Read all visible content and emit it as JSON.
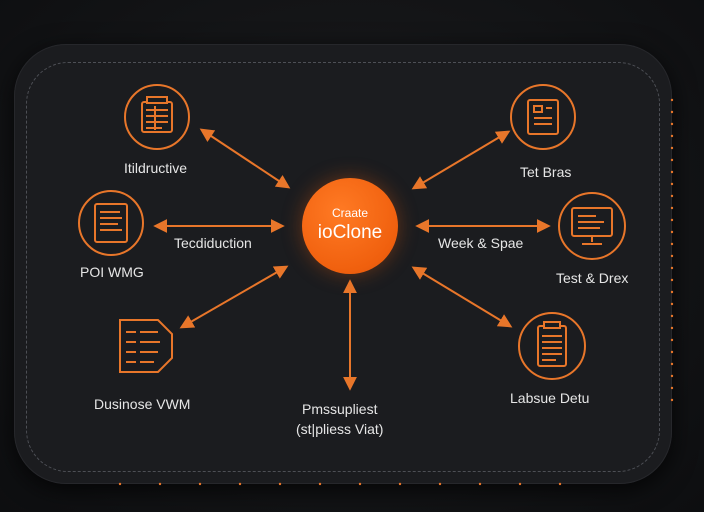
{
  "center": {
    "line1": "Craate",
    "line2": "ioClone"
  },
  "nodes": [
    {
      "id": "top-left",
      "label": "Itildructive",
      "icon": "document-list-icon"
    },
    {
      "id": "mid-left",
      "label": "POI WMG",
      "icon": "document-list-icon"
    },
    {
      "id": "bottom-left",
      "label": "Dusinose VWM",
      "icon": "document-list-icon"
    },
    {
      "id": "top-right",
      "label": "Tet Bras",
      "icon": "document-icon"
    },
    {
      "id": "mid-right",
      "label": "Test & Drex",
      "icon": "monitor-icon"
    },
    {
      "id": "bottom-right",
      "label": "Labsue Detu",
      "icon": "document-list-icon"
    },
    {
      "id": "bottom",
      "label": "Pmssupliest",
      "sublabel": "(st|pliess Viat)"
    }
  ],
  "edge_labels": {
    "left": "Tecdiduction",
    "right": "Week & Spae"
  },
  "colors": {
    "accent": "#f0600e",
    "line": "#e8762a",
    "background": "#1b1c1f",
    "text": "#e6e6e6"
  }
}
